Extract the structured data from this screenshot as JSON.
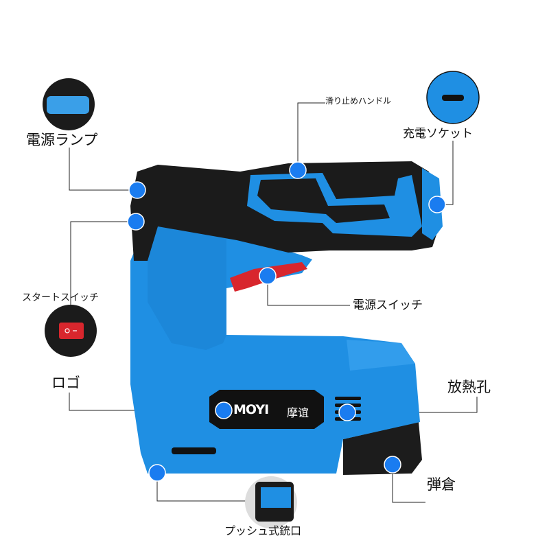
{
  "colors": {
    "body_blue": "#1f8fe3",
    "handle_black": "#1b1b1b",
    "trigger_red": "#d8262d",
    "marker_blue": "#1a7cf0"
  },
  "product": {
    "logo_brand": "MOYI",
    "logo_cn": "摩谊"
  },
  "callouts": {
    "power_lamp": "電源ランプ",
    "grip_handle": "滑り止めハンドル",
    "charging_socket": "充電ソケット",
    "start_switch": "スタートスイッチ",
    "power_switch": "電源スイッチ",
    "logo": "ロゴ",
    "vents": "放熱孔",
    "magazine": "弾倉",
    "push_nozzle": "プッシュ式銃口"
  }
}
